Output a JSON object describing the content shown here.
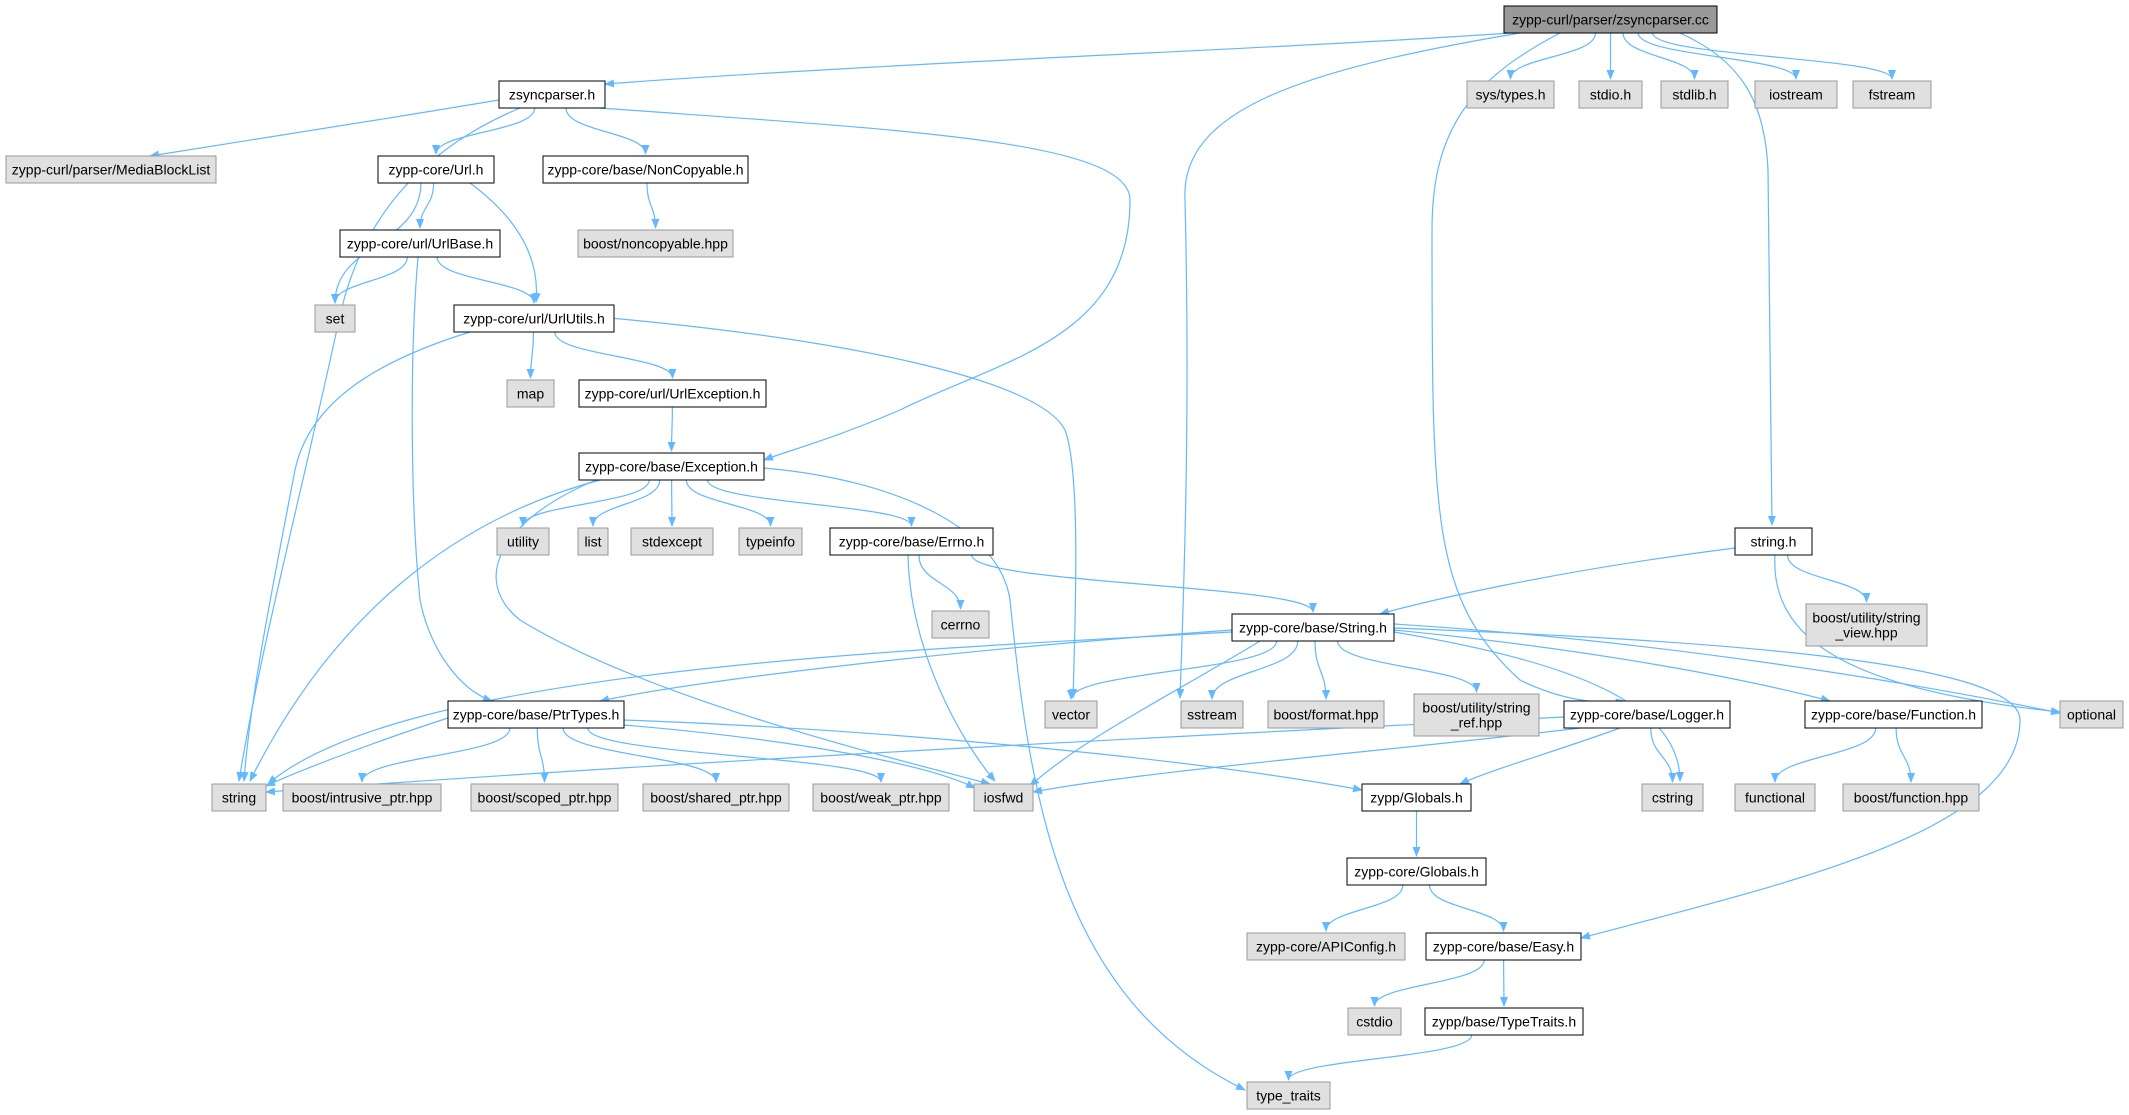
{
  "nodes": [
    {
      "id": "zsyncparser_cc",
      "label": "zypp-curl/parser/zsyncparser.cc",
      "kind": "root"
    },
    {
      "id": "zsyncparser_h",
      "label": "zsyncparser.h",
      "kind": "header"
    },
    {
      "id": "sys_types_h",
      "label": "sys/types.h",
      "kind": "system"
    },
    {
      "id": "stdio_h",
      "label": "stdio.h",
      "kind": "system"
    },
    {
      "id": "stdlib_h",
      "label": "stdlib.h",
      "kind": "system"
    },
    {
      "id": "iostream",
      "label": "iostream",
      "kind": "system"
    },
    {
      "id": "fstream",
      "label": "fstream",
      "kind": "system"
    },
    {
      "id": "mediablocklist",
      "label": "zypp-curl/parser/MediaBlockList",
      "kind": "system"
    },
    {
      "id": "url_h",
      "label": "zypp-core/Url.h",
      "kind": "header"
    },
    {
      "id": "noncopyable_h",
      "label": "zypp-core/base/NonCopyable.h",
      "kind": "header"
    },
    {
      "id": "boost_noncopyable",
      "label": "boost/noncopyable.hpp",
      "kind": "system"
    },
    {
      "id": "urlbase_h",
      "label": "zypp-core/url/UrlBase.h",
      "kind": "header"
    },
    {
      "id": "set",
      "label": "set",
      "kind": "system"
    },
    {
      "id": "urlutils_h",
      "label": "zypp-core/url/UrlUtils.h",
      "kind": "header"
    },
    {
      "id": "map",
      "label": "map",
      "kind": "system"
    },
    {
      "id": "urlexception_h",
      "label": "zypp-core/url/UrlException.h",
      "kind": "header"
    },
    {
      "id": "exception_h",
      "label": "zypp-core/base/Exception.h",
      "kind": "header"
    },
    {
      "id": "utility",
      "label": "utility",
      "kind": "system"
    },
    {
      "id": "list",
      "label": "list",
      "kind": "system"
    },
    {
      "id": "stdexcept",
      "label": "stdexcept",
      "kind": "system"
    },
    {
      "id": "typeinfo",
      "label": "typeinfo",
      "kind": "system"
    },
    {
      "id": "errno_h",
      "label": "zypp-core/base/Errno.h",
      "kind": "header"
    },
    {
      "id": "cerrno",
      "label": "cerrno",
      "kind": "system"
    },
    {
      "id": "string_h",
      "label": "string.h",
      "kind": "header"
    },
    {
      "id": "boost_string_view",
      "label": "boost/utility/string\n_view.hpp",
      "kind": "system"
    },
    {
      "id": "base_string_h",
      "label": "zypp-core/base/String.h",
      "kind": "header"
    },
    {
      "id": "vector",
      "label": "vector",
      "kind": "system"
    },
    {
      "id": "sstream",
      "label": "sstream",
      "kind": "system"
    },
    {
      "id": "boost_format",
      "label": "boost/format.hpp",
      "kind": "system"
    },
    {
      "id": "boost_string_ref",
      "label": "boost/utility/string\n_ref.hpp",
      "kind": "system"
    },
    {
      "id": "logger_h",
      "label": "zypp-core/base/Logger.h",
      "kind": "header"
    },
    {
      "id": "function_h",
      "label": "zypp-core/base/Function.h",
      "kind": "header"
    },
    {
      "id": "optional",
      "label": "optional",
      "kind": "system"
    },
    {
      "id": "ptrtypes_h",
      "label": "zypp-core/base/PtrTypes.h",
      "kind": "header"
    },
    {
      "id": "string",
      "label": "string",
      "kind": "system"
    },
    {
      "id": "boost_intrusive",
      "label": "boost/intrusive_ptr.hpp",
      "kind": "system"
    },
    {
      "id": "boost_scoped",
      "label": "boost/scoped_ptr.hpp",
      "kind": "system"
    },
    {
      "id": "boost_shared",
      "label": "boost/shared_ptr.hpp",
      "kind": "system"
    },
    {
      "id": "boost_weak",
      "label": "boost/weak_ptr.hpp",
      "kind": "system"
    },
    {
      "id": "iosfwd",
      "label": "iosfwd",
      "kind": "system"
    },
    {
      "id": "zypp_globals_h",
      "label": "zypp/Globals.h",
      "kind": "header"
    },
    {
      "id": "cstring",
      "label": "cstring",
      "kind": "system"
    },
    {
      "id": "functional",
      "label": "functional",
      "kind": "system"
    },
    {
      "id": "boost_function",
      "label": "boost/function.hpp",
      "kind": "system"
    },
    {
      "id": "core_globals_h",
      "label": "zypp-core/Globals.h",
      "kind": "header"
    },
    {
      "id": "apiconfig_h",
      "label": "zypp-core/APIConfig.h",
      "kind": "system"
    },
    {
      "id": "easy_h",
      "label": "zypp-core/base/Easy.h",
      "kind": "header"
    },
    {
      "id": "cstdio",
      "label": "cstdio",
      "kind": "system"
    },
    {
      "id": "typetraits_h",
      "label": "zypp/base/TypeTraits.h",
      "kind": "header"
    },
    {
      "id": "type_traits",
      "label": "type_traits",
      "kind": "system"
    }
  ],
  "edges": [
    [
      "zsyncparser_cc",
      "zsyncparser_h"
    ],
    [
      "zsyncparser_cc",
      "sys_types_h"
    ],
    [
      "zsyncparser_cc",
      "stdio_h"
    ],
    [
      "zsyncparser_cc",
      "stdlib_h"
    ],
    [
      "zsyncparser_cc",
      "iostream"
    ],
    [
      "zsyncparser_cc",
      "fstream"
    ],
    [
      "zsyncparser_cc",
      "vector"
    ],
    [
      "zsyncparser_cc",
      "string_h"
    ],
    [
      "zsyncparser_cc",
      "logger_h"
    ],
    [
      "zsyncparser_h",
      "mediablocklist"
    ],
    [
      "zsyncparser_h",
      "url_h"
    ],
    [
      "zsyncparser_h",
      "noncopyable_h"
    ],
    [
      "zsyncparser_h",
      "string"
    ],
    [
      "zsyncparser_h",
      "exception_h"
    ],
    [
      "noncopyable_h",
      "boost_noncopyable"
    ],
    [
      "url_h",
      "set"
    ],
    [
      "url_h",
      "urlbase_h"
    ],
    [
      "url_h",
      "urlutils_h"
    ],
    [
      "urlbase_h",
      "set"
    ],
    [
      "urlbase_h",
      "urlutils_h"
    ],
    [
      "urlbase_h",
      "ptrtypes_h"
    ],
    [
      "urlutils_h",
      "map"
    ],
    [
      "urlutils_h",
      "urlexception_h"
    ],
    [
      "urlutils_h",
      "string"
    ],
    [
      "urlutils_h",
      "vector"
    ],
    [
      "urlexception_h",
      "exception_h"
    ],
    [
      "exception_h",
      "utility"
    ],
    [
      "exception_h",
      "list"
    ],
    [
      "exception_h",
      "stdexcept"
    ],
    [
      "exception_h",
      "typeinfo"
    ],
    [
      "exception_h",
      "errno_h"
    ],
    [
      "exception_h",
      "string"
    ],
    [
      "exception_h",
      "iosfwd"
    ],
    [
      "exception_h",
      "type_traits"
    ],
    [
      "errno_h",
      "cerrno"
    ],
    [
      "errno_h",
      "base_string_h"
    ],
    [
      "errno_h",
      "iosfwd"
    ],
    [
      "string_h",
      "base_string_h"
    ],
    [
      "string_h",
      "boost_string_view"
    ],
    [
      "string_h",
      "optional"
    ],
    [
      "base_string_h",
      "vector"
    ],
    [
      "base_string_h",
      "sstream"
    ],
    [
      "base_string_h",
      "boost_format"
    ],
    [
      "base_string_h",
      "boost_string_ref"
    ],
    [
      "base_string_h",
      "function_h"
    ],
    [
      "base_string_h",
      "optional"
    ],
    [
      "base_string_h",
      "ptrtypes_h"
    ],
    [
      "base_string_h",
      "string"
    ],
    [
      "base_string_h",
      "iosfwd"
    ],
    [
      "base_string_h",
      "cstring"
    ],
    [
      "base_string_h",
      "easy_h"
    ],
    [
      "ptrtypes_h",
      "string"
    ],
    [
      "ptrtypes_h",
      "boost_intrusive"
    ],
    [
      "ptrtypes_h",
      "boost_scoped"
    ],
    [
      "ptrtypes_h",
      "boost_shared"
    ],
    [
      "ptrtypes_h",
      "boost_weak"
    ],
    [
      "ptrtypes_h",
      "iosfwd"
    ],
    [
      "ptrtypes_h",
      "zypp_globals_h"
    ],
    [
      "logger_h",
      "cstring"
    ],
    [
      "logger_h",
      "iosfwd"
    ],
    [
      "logger_h",
      "string"
    ],
    [
      "logger_h",
      "zypp_globals_h"
    ],
    [
      "function_h",
      "functional"
    ],
    [
      "function_h",
      "boost_function"
    ],
    [
      "zypp_globals_h",
      "core_globals_h"
    ],
    [
      "core_globals_h",
      "apiconfig_h"
    ],
    [
      "core_globals_h",
      "easy_h"
    ],
    [
      "easy_h",
      "cstdio"
    ],
    [
      "easy_h",
      "typetraits_h"
    ],
    [
      "typetraits_h",
      "type_traits"
    ]
  ],
  "colors": {
    "root_fill": "#999999",
    "header_fill": "#ffffff",
    "system_fill": "#e0e0e0",
    "header_stroke": "#000000",
    "system_stroke": "#999999",
    "edge": "#63b8ff",
    "text": "#000000"
  }
}
